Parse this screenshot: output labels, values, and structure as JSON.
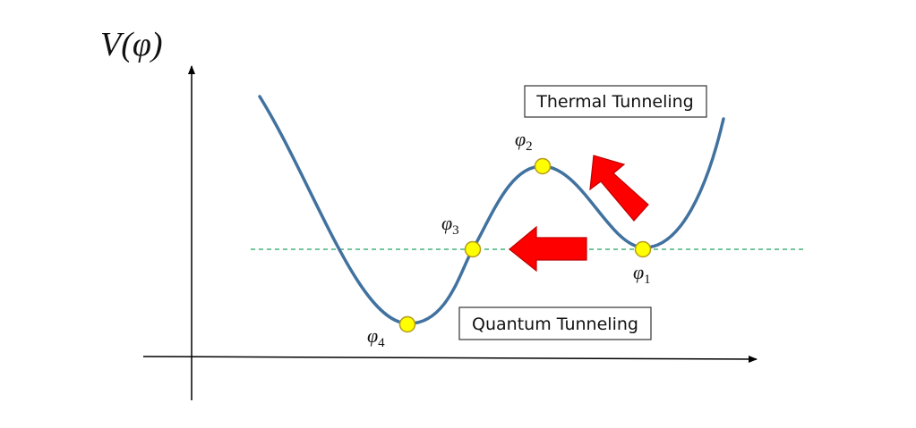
{
  "y_axis_label": "V(φ)",
  "points": [
    {
      "symbol": "φ",
      "subscript": "1"
    },
    {
      "symbol": "φ",
      "subscript": "2"
    },
    {
      "symbol": "φ",
      "subscript": "3"
    },
    {
      "symbol": "φ",
      "subscript": "4"
    }
  ],
  "labels": {
    "thermal": "Thermal Tunneling",
    "quantum": "Quantum Tunneling"
  },
  "colors": {
    "curve": "#41729f",
    "point_fill": "#ffff00",
    "point_stroke": "#b59a1a",
    "arrow_fill": "#ff0000",
    "arrow_stroke": "#c00000",
    "dashed_line": "#20a060",
    "axis": "#000000"
  }
}
